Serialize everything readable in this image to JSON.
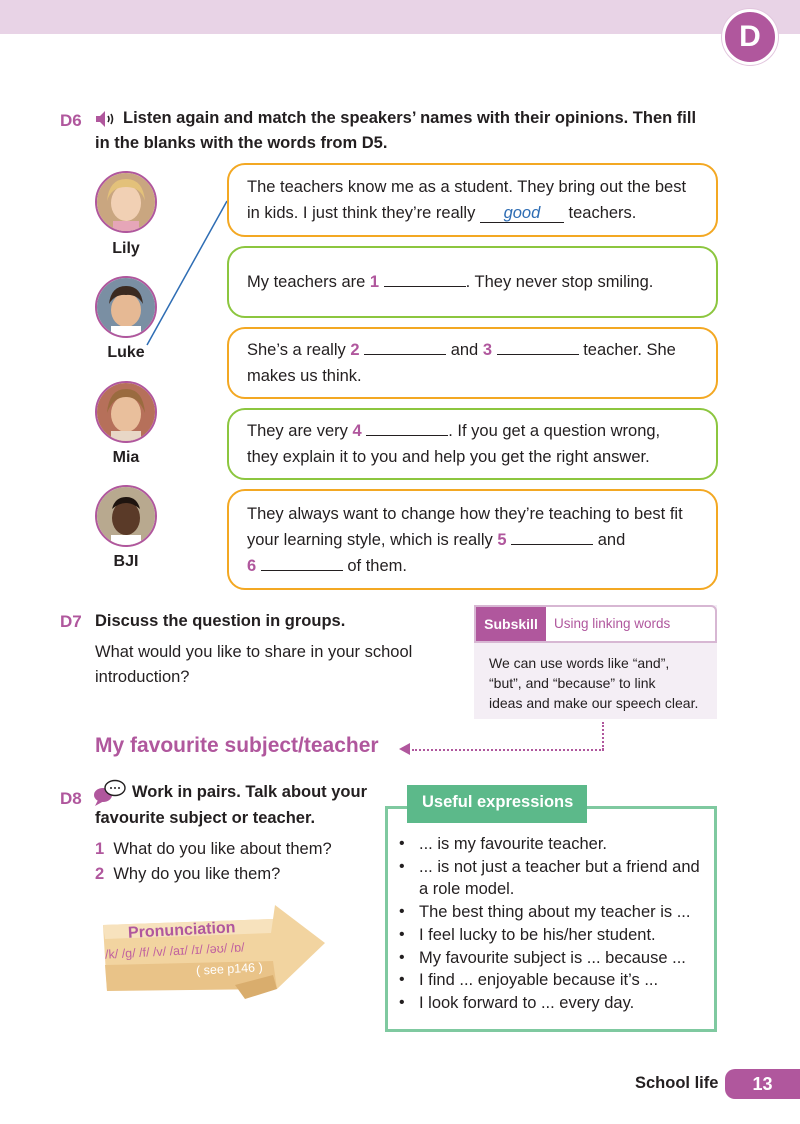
{
  "header": {
    "section_letter": "D"
  },
  "d6": {
    "number": "D6",
    "instruction": "Listen again and match the speakers’ names with their opinions. Then fill in the blanks with the words from D5.",
    "speakers": [
      "Lily",
      "Luke",
      "Mia",
      "BJI"
    ],
    "bubble1": {
      "before": "The teachers know me as a student. They bring out the best in kids. I just think they’re really ",
      "answer": "good",
      "after": " teachers."
    },
    "bubble2": {
      "before": "My teachers are ",
      "n1": "1",
      "after": ". They never stop smiling."
    },
    "bubble3": {
      "before": "She’s a really ",
      "n2": "2",
      "mid": " and ",
      "n3": "3",
      "after1": " teacher. She",
      "line2": "makes us think."
    },
    "bubble4": {
      "before": "They are very ",
      "n4": "4",
      "after": ". If you get a question wrong,",
      "line2": "they explain it to you and help you get the right answer."
    },
    "bubble5": {
      "line1": "They always want to change how they’re teaching to best fit",
      "before": "your learning style, which is really ",
      "n5": "5",
      "after": " and",
      "n6": "6",
      "after6": " of them."
    }
  },
  "d7": {
    "number": "D7",
    "instruction": "Discuss the question in groups.",
    "question_line1": "What would you like to share in your school",
    "question_line2": "introduction?"
  },
  "subskill": {
    "tag": "Subskill",
    "title": "Using linking words",
    "line1": "We can use words like “and”,",
    "line2": "“but”, and “because” to link",
    "line3": "ideas and make our speech clear."
  },
  "section_heading": "My favourite subject/teacher",
  "d8": {
    "number": "D8",
    "instruction_line1": "Work in pairs. Talk about your",
    "instruction_line2": "favourite subject or teacher.",
    "questions": [
      {
        "num": "1",
        "text": "What do you like about them?"
      },
      {
        "num": "2",
        "text": "Why do you like them?"
      }
    ]
  },
  "pronunciation": {
    "title": "Pronunciation",
    "symbols": "/k/ /g/ /f/ /v/ /aɪ/ /ɪ/ /əʊ/ /ɒ/",
    "ref": "( see p146 )"
  },
  "useful_expressions": {
    "title": "Useful expressions",
    "items": [
      "... is my favourite teacher.",
      "... is not just a teacher but a friend and a role model.",
      "The best thing about my teacher is ...",
      "I feel lucky to be his/her student.",
      "My favourite subject is ... because ...",
      "I find ... enjoyable because it’s ...",
      "I look forward to ... every day."
    ]
  },
  "footer": {
    "unit": "School life",
    "page": "13"
  },
  "colors": {
    "accent": "#b0579d",
    "orange": "#f3a823",
    "green": "#8cc63f",
    "teal": "#5cb98a"
  }
}
